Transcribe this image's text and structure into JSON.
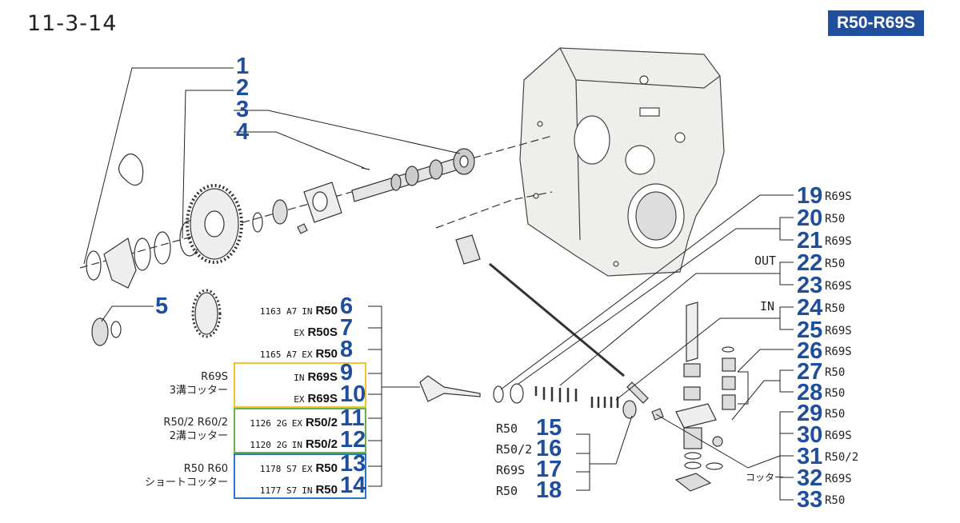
{
  "header": {
    "page_number": "11-3-14",
    "model_badge": "R50-R69S"
  },
  "colors": {
    "callout_blue": "#1f4e9c",
    "yellow_box": "#f2c230",
    "green_box": "#6ab04c",
    "blue_box": "#2a76c8"
  },
  "callouts_top": [
    "1",
    "2",
    "3",
    "4",
    "5"
  ],
  "left_parts": [
    {
      "num": "6",
      "code": "1163 A7",
      "dir": "IN",
      "model": "R50"
    },
    {
      "num": "7",
      "code": "",
      "dir": "EX",
      "model": "R50S"
    },
    {
      "num": "8",
      "code": "1165 A7",
      "dir": "EX",
      "model": "R50"
    },
    {
      "num": "9",
      "code": "",
      "dir": "IN",
      "model": "R69S"
    },
    {
      "num": "10",
      "code": "",
      "dir": "EX",
      "model": "R69S"
    },
    {
      "num": "11",
      "code": "1126 2G",
      "dir": "EX",
      "model": "R50/2"
    },
    {
      "num": "12",
      "code": "1120 2G",
      "dir": "IN",
      "model": "R50/2"
    },
    {
      "num": "13",
      "code": "1178 S7",
      "dir": "EX",
      "model": "R50"
    },
    {
      "num": "14",
      "code": "1177 S7",
      "dir": "IN",
      "model": "R50"
    }
  ],
  "group_captions": {
    "yellow": [
      "R69S",
      "3溝コッター"
    ],
    "green": [
      "R50/2 R60/2",
      "2溝コッター"
    ],
    "blue": [
      "R50 R60",
      "ショートコッター"
    ]
  },
  "bottom_parts": [
    {
      "num": "15",
      "model": "R50"
    },
    {
      "num": "16",
      "model": "R50/2"
    },
    {
      "num": "17",
      "model": "R69S"
    },
    {
      "num": "18",
      "model": "R50"
    }
  ],
  "right_parts": [
    {
      "num": "19",
      "model": "R69S"
    },
    {
      "num": "20",
      "model": "R50"
    },
    {
      "num": "21",
      "model": "R69S"
    },
    {
      "num": "22",
      "model": "R50"
    },
    {
      "num": "23",
      "model": "R69S"
    },
    {
      "num": "24",
      "model": "R50"
    },
    {
      "num": "25",
      "model": "R69S"
    },
    {
      "num": "26",
      "model": "R69S"
    },
    {
      "num": "27",
      "model": "R50"
    },
    {
      "num": "28",
      "model": "R50"
    },
    {
      "num": "29",
      "model": "R50"
    },
    {
      "num": "30",
      "model": "R69S"
    },
    {
      "num": "31",
      "model": "R50/2"
    },
    {
      "num": "32",
      "model": "R69S"
    },
    {
      "num": "33",
      "model": "R50"
    }
  ],
  "labels": {
    "out": "OUT",
    "in": "IN",
    "cotter": "コッター"
  }
}
